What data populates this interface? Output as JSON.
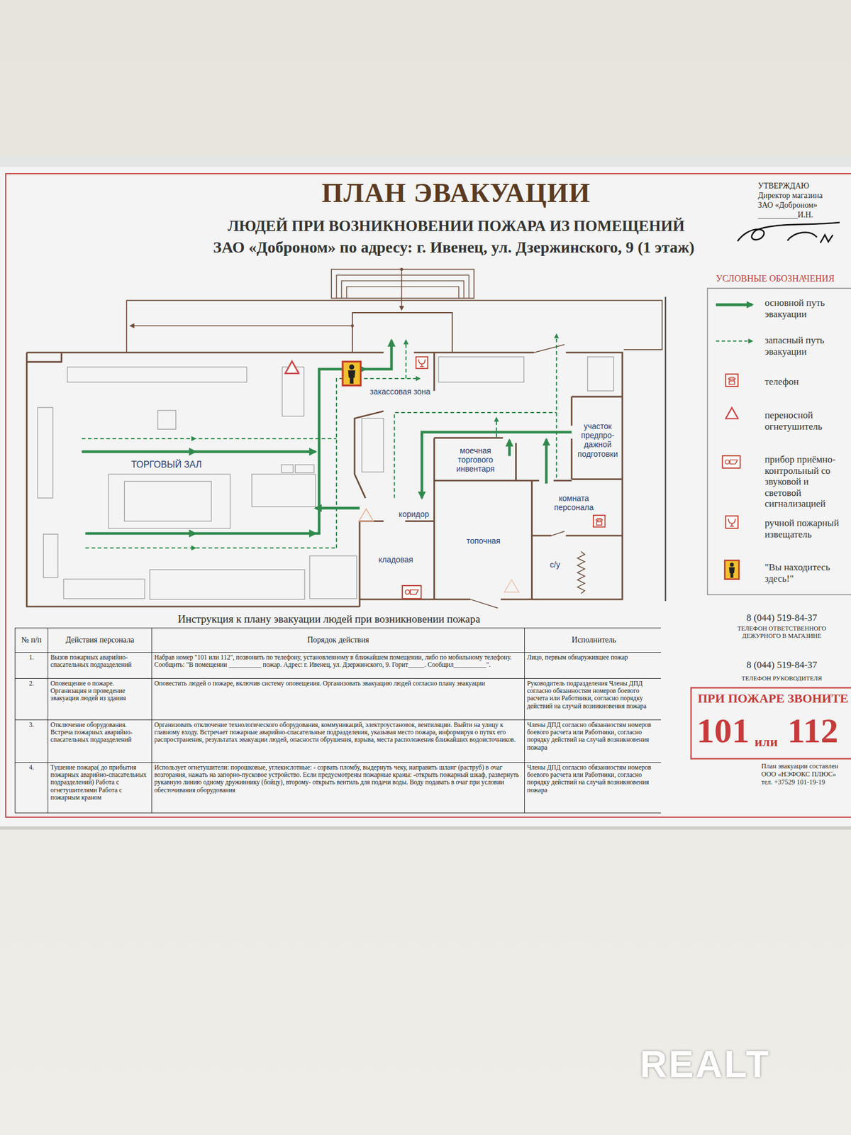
{
  "diagram": {
    "title": "ПЛАН ЭВАКУАЦИИ",
    "nodes": [
      {
        "text": [
          "закассовая зона"
        ]
      },
      {
        "text": [
          "участок предпро- дажной подготовки"
        ]
      },
      {
        "text": [
          "моечная торгового инвентаря"
        ]
      },
      {
        "text": [
          "ТОРГОВЫЙ ЗАЛ"
        ]
      },
      {
        "text": [
          "комната персонала"
        ]
      },
      {
        "text": [
          "коридор"
        ]
      },
      {
        "text": [
          "топочная"
        ]
      },
      {
        "text": [
          "кладовая"
        ]
      },
      {
        "text": [
          "с/у"
        ]
      }
    ],
    "edges": [
      {
        "from": 3,
        "to": 0,
        "arrow": "to"
      },
      {
        "from": 1,
        "to": 5,
        "arrow": "to"
      },
      {
        "from": 5,
        "to": 3,
        "arrow": "to"
      }
    ],
    "labels": [
      "ЛЮДЕЙ ПРИ ВОЗНИКНОВЕНИИ ПОЖАРА ИЗ ПОМЕЩЕНИЙ",
      "ЗАО «Доброном» по адресу: г. Ивенец, ул. Дзержинского, 9 (1 этаж)",
      "УТВЕРЖДАЮ",
      "Директор магазина",
      "ЗАО «Доброном»",
      "__________И.Н.",
      "УСЛОВНЫЕ ОБОЗНАЧЕНИЯ",
      "Инструкция к плану эвакуации людей при возникновении пожара",
      "№ п/п",
      "Действия персонала",
      "Порядок действия",
      "Исполнитель",
      "1.",
      "Вызов пожарных аварийно-спасательных подразделений",
      "Набрав номер \"101 или 112\", позвонить по телефону, установленному в ближайшем помещении, либо по мобильному телефону. Сообщить: \"В помещении __________ пожар. Адрес: г. Ивенец, ул. Дзержинского, 9. Горит_____. Сообщил__________\".",
      "Лицо, первым обнаружившее пожар",
      "2.",
      "Оповещение о пожаре. Организация и проведение эвакуации людей из здания",
      "Оповестить людей о пожаре, включив систему оповещения. Организовать эвакуацию людей согласно плану эвакуации",
      "Руководитель подразделения Члены ДПД согласно обязанностям номеров боевого расчета или Работники, согласно порядку действий на случай возникновения пожара",
      "3.",
      "Отключение оборудования. Встреча пожарных аварийно-спасательных подразделений",
      "Организовать отключение технологического оборудования, коммуникаций, электроустановок, вентиляции. Выйти на улицу к главному входу. Встречает пожарные аварийно-спасательные подразделения, указывая место пожара, информируя о путях его распространения, результатах эвакуации людей, опасности обрушения, взрыва, места расположения ближайших водоисточников.",
      "Члены ДПД согласно обязанностям номеров боевого расчета или Работники, согласно порядку действий на случай возникновения пожара",
      "4.",
      "Тушение пожара( до прибытия пожарных аварийно-спасательных подразделений) Работа с огнетушителями Работа с пожарным краном",
      "Использует огнетушители: порошковые, углекислотные: - сорвать пломбу, выдернуть чеку, направить шланг (раструб) в очаг возгорания, нажать на запорно-пусковое устройство. Если предусмотрены пожарные краны: -открыть пожарный шкаф, развернуть рукавную линию одному дружиннику (бойцу), второму- открыть вентиль для подачи воды. Воду подавать в очаг при условии обесточивания оборудования",
      "Члены ДПД согласно обязанностям номеров боевого расчета или Работники, согласно порядку действий на случай возникновения пожара",
      "8 (044) 519-84-37",
      "ТЕЛЕФОН ОТВЕТСТВЕННОГО ДЕЖУРНОГО В МАГАЗИНЕ",
      "8 (044) 519-84-37",
      "ТЕЛЕФОН РУКОВОДИТЕЛЯ",
      "ПРИ ПОЖАРЕ ЗВОНИТЕ",
      "101",
      "или",
      "112",
      "План эвакуации составлен",
      "ООО «НЭФОКС ПЛЮС»",
      "тел. +37529 101-19-19",
      "REALT"
    ],
    "legend": [
      {
        "text": "основной путь эвакуации"
      },
      {
        "text": "запасный путь эвакуации"
      },
      {
        "text": "телефон"
      },
      {
        "text": "переносной огнетушитель"
      },
      {
        "text": "прибор приёмно-контрольный со звуковой и световой сигнализацией"
      },
      {
        "text": "ручной пожарный извещатель"
      },
      {
        "text": "\"Вы находитесь здесь!\""
      }
    ]
  }
}
